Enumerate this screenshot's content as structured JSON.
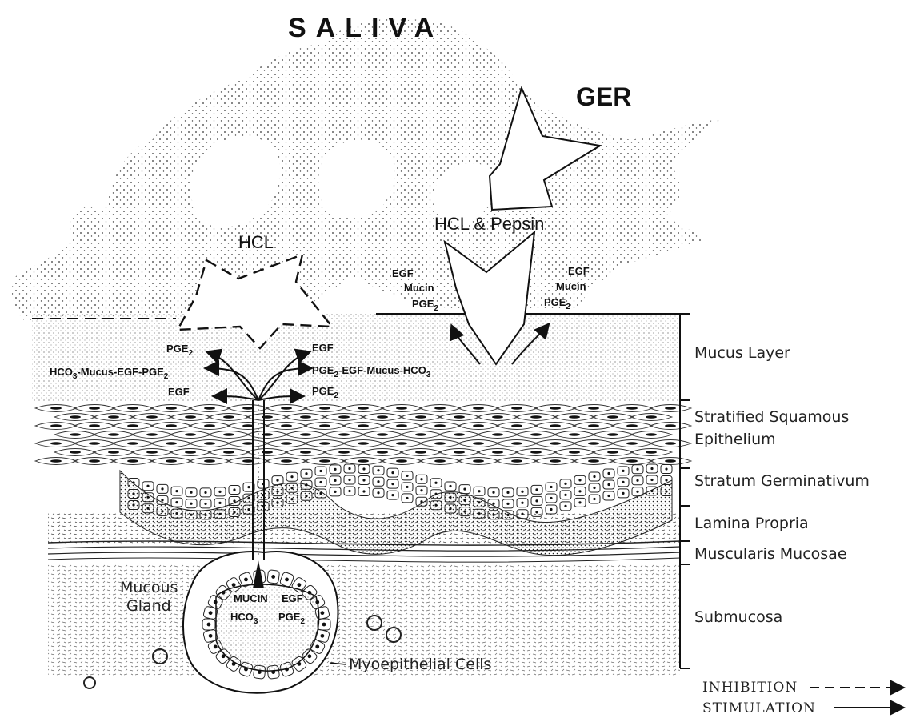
{
  "title": "SALIVA",
  "top_labels": {
    "ger": "GER",
    "hcl": "HCL",
    "hcl_pepsin": "HCL & Pepsin"
  },
  "surface_factors": {
    "left": {
      "egf": "EGF",
      "mucin": "Mucin",
      "pge": "PGE",
      "sub": "2"
    },
    "right": {
      "egf": "EGF",
      "mucin": "Mucin",
      "pge": "PGE",
      "sub": "2"
    }
  },
  "duct_factors": {
    "left_top": {
      "text": "PGE",
      "sub": "2"
    },
    "left_mid": {
      "hco": "HCO",
      "sub3": "3",
      "rest": "-Mucus-EGF-PGE",
      "sub2": "2"
    },
    "left_bottom": "EGF",
    "right_top": "EGF",
    "right_mid": {
      "pge": "PGE",
      "sub2": "2",
      "rest": "-EGF-Mucus-HCO",
      "sub3": "3"
    },
    "right_bottom": {
      "text": "PGE",
      "sub": "2"
    }
  },
  "gland": {
    "label_line1": "Mucous",
    "label_line2": "Gland",
    "mucin": "MUCIN",
    "egf": "EGF",
    "hco": "HCO",
    "hco_sub": "3",
    "pge": "PGE",
    "pge_sub": "2",
    "myo": "Myoepithelial Cells"
  },
  "layers": {
    "mucus": "Mucus Layer",
    "stratified_1": "Stratified Squamous",
    "stratified_2": "Epithelium",
    "germinativum": "Stratum Germinativum",
    "lamina": "Lamina Propria",
    "muscularis": "Muscularis Mucosae",
    "submucosa": "Submucosa"
  },
  "legend": {
    "inhibition": "INHIBITION",
    "stimulation": "STIMULATION"
  }
}
